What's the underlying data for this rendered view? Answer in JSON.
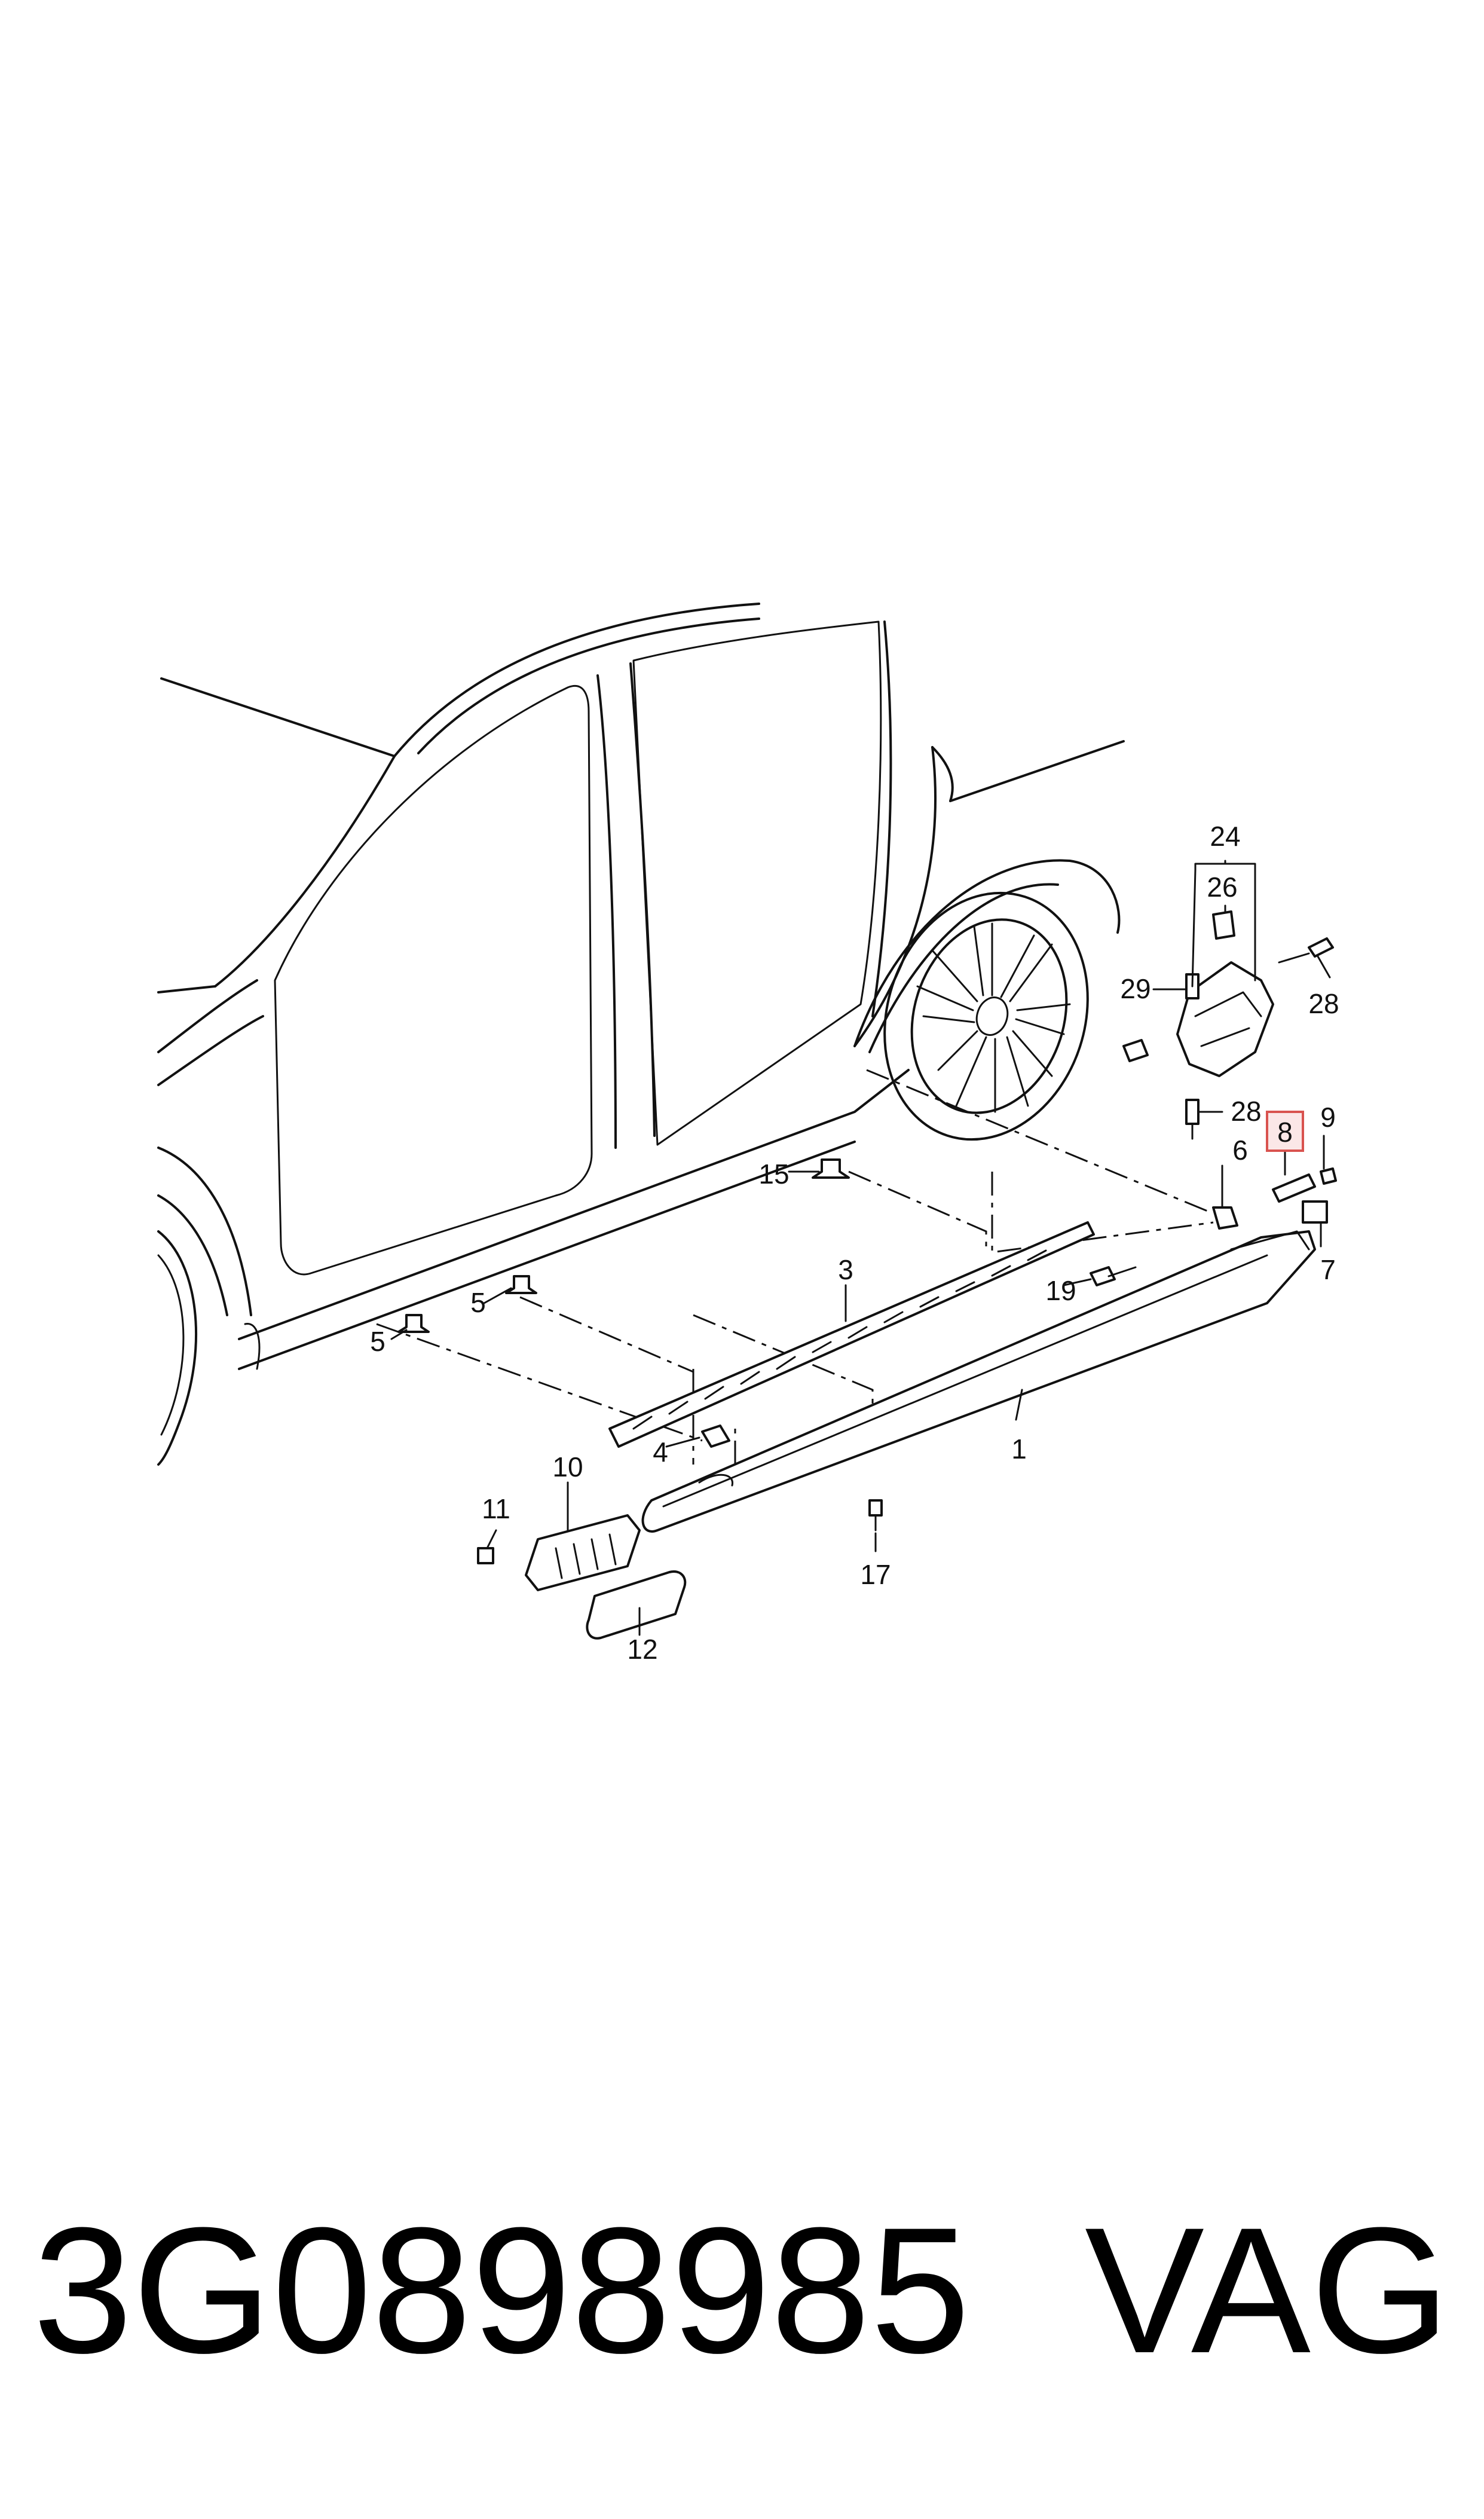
{
  "footer": {
    "part_number": "3G0898985",
    "brand": "VAG"
  },
  "callouts": [
    {
      "id": "c24",
      "text": "24"
    },
    {
      "id": "c26",
      "text": "26"
    },
    {
      "id": "c29",
      "text": "29"
    },
    {
      "id": "c28a",
      "text": "28"
    },
    {
      "id": "c28b",
      "text": "28"
    },
    {
      "id": "c8",
      "text": "8",
      "highlighted": true
    },
    {
      "id": "c9",
      "text": "9"
    },
    {
      "id": "c6",
      "text": "6"
    },
    {
      "id": "c7",
      "text": "7"
    },
    {
      "id": "c15",
      "text": "15"
    },
    {
      "id": "c3",
      "text": "3"
    },
    {
      "id": "c19",
      "text": "19"
    },
    {
      "id": "c5a",
      "text": "5"
    },
    {
      "id": "c5b",
      "text": "5"
    },
    {
      "id": "c4",
      "text": "4"
    },
    {
      "id": "c1",
      "text": "1"
    },
    {
      "id": "c10",
      "text": "10"
    },
    {
      "id": "c11",
      "text": "11"
    },
    {
      "id": "c17",
      "text": "17"
    },
    {
      "id": "c12",
      "text": "12"
    }
  ],
  "colors": {
    "line": "#111111",
    "highlight_fill": "#fbe7e7",
    "highlight_stroke": "#d9534f"
  }
}
